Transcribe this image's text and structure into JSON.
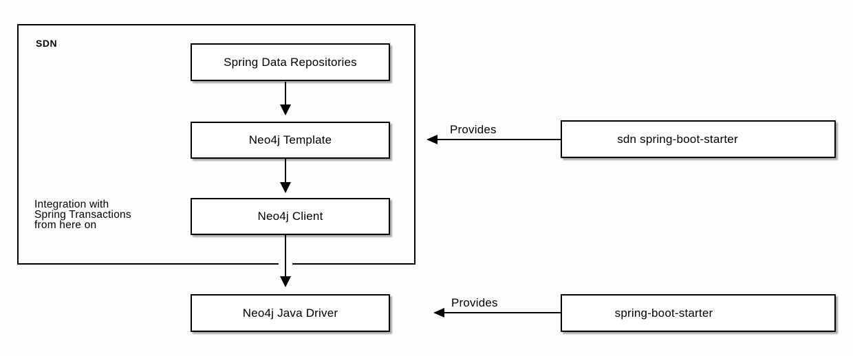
{
  "frame": {
    "label": "SDN"
  },
  "note": {
    "lines": [
      "Integration with",
      "Spring Transactions",
      "from here on"
    ]
  },
  "nodes": {
    "repositories": {
      "label": "Spring Data Repositories"
    },
    "template": {
      "label": "Neo4j Template"
    },
    "client": {
      "label": "Neo4j Client"
    },
    "driver": {
      "label": "Neo4j Java Driver"
    },
    "sdn_starter": {
      "label": "sdn spring-boot-starter"
    },
    "boot_starter": {
      "label": "spring-boot-starter"
    }
  },
  "edges": {
    "provides_template": {
      "label": "Provides"
    },
    "provides_driver": {
      "label": "Provides"
    }
  },
  "colors": {
    "bg": "#fdfdfd",
    "fill": "#ffffff",
    "line": "#000000",
    "text": "#000000",
    "shadow": "#aaaaaa"
  }
}
